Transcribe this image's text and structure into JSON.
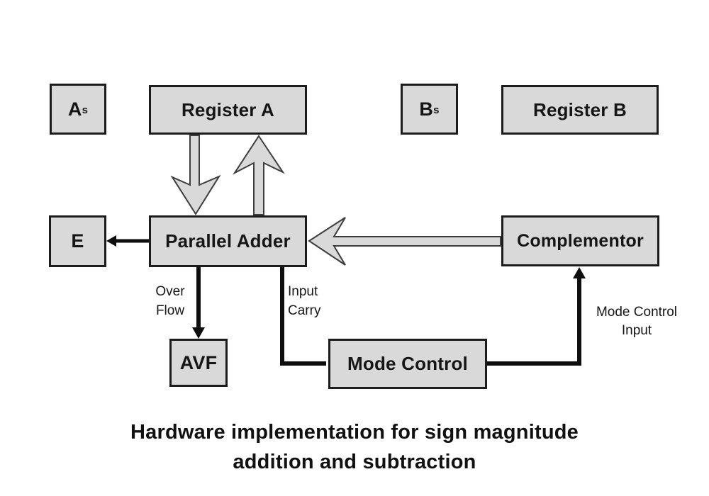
{
  "diagram": {
    "colors": {
      "background": "#ffffff",
      "box_fill": "#d9d9d9",
      "box_border": "#1c1c1c",
      "block_arrow_fill": "#d9d9d9",
      "block_arrow_stroke": "#3d3d3d",
      "connector": "#0e0e0e",
      "text": "#161616"
    },
    "nodes": {
      "a_sign": {
        "label": "A",
        "sub": "s"
      },
      "register_a": {
        "label": "Register A"
      },
      "b_sign": {
        "label": "B",
        "sub": "s"
      },
      "register_b": {
        "label": "Register B"
      },
      "e_flag": {
        "label": "E"
      },
      "parallel_adder": {
        "label": "Parallel Adder"
      },
      "complementor": {
        "label": "Complementor"
      },
      "avf": {
        "label": "AVF"
      },
      "mode_control": {
        "label": "Mode Control"
      }
    },
    "edge_labels": {
      "overflow": {
        "line1": "Over",
        "line2": "Flow"
      },
      "input_carry": {
        "line1": "Input",
        "line2": "Carry"
      },
      "mode_control_input": {
        "line1": "Mode Control",
        "line2": "Input"
      }
    },
    "caption": {
      "line1": "Hardware implementation for sign magnitude",
      "line2": "addition and subtraction"
    }
  }
}
